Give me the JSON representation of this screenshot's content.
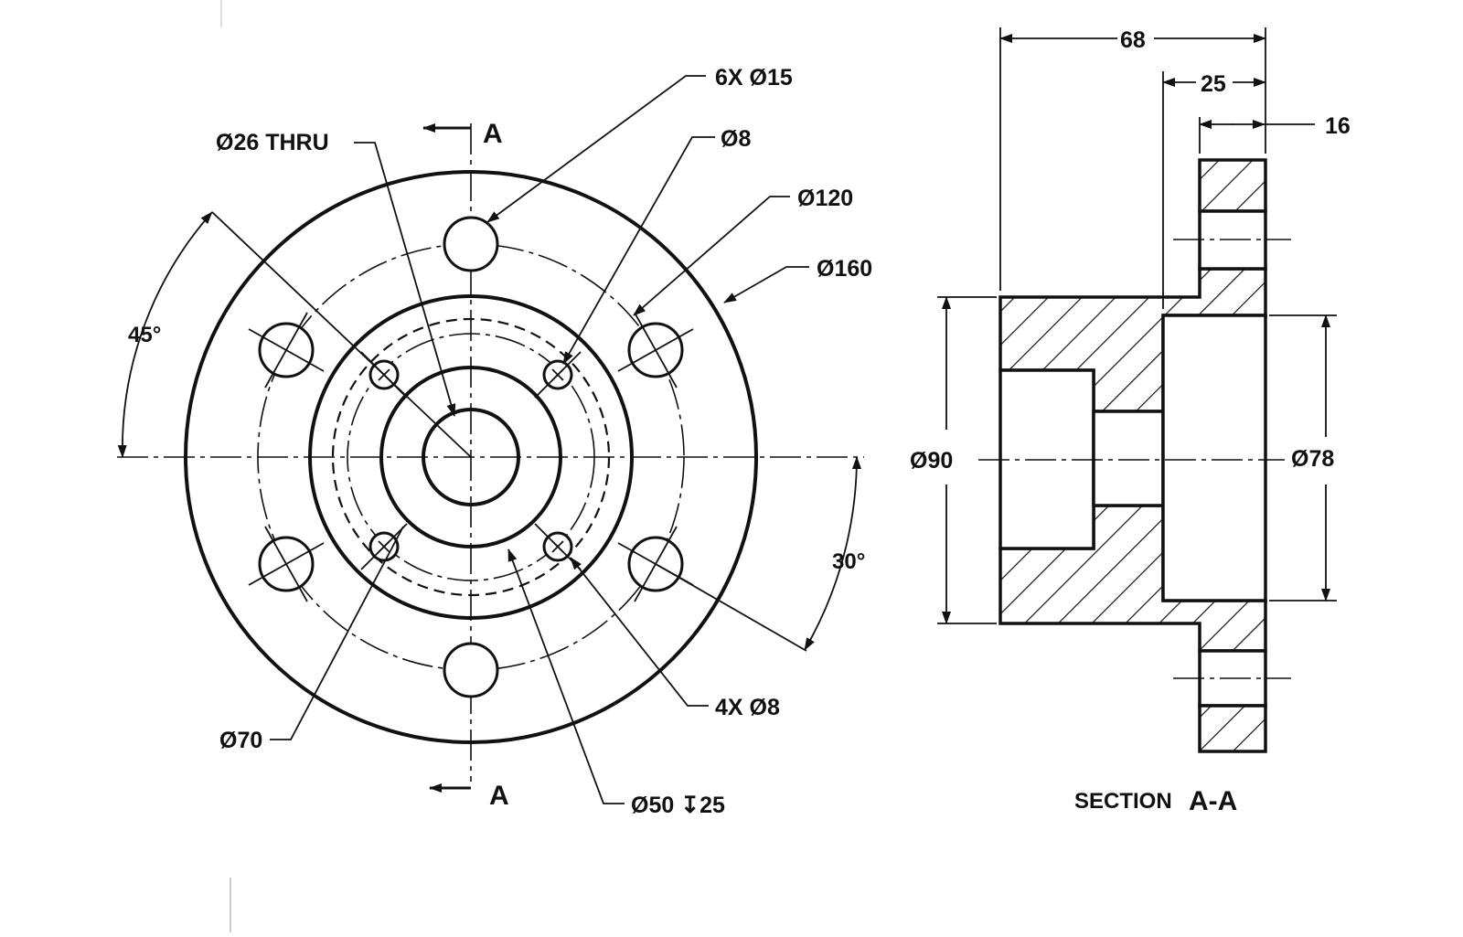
{
  "callouts": {
    "bolt_holes": "6X  Ø15",
    "bore_thru": "Ø26  THRU",
    "small_hole": "Ø8",
    "pcd_120": "Ø120",
    "outer_160": "Ø160",
    "angle_45": "45°",
    "angle_30": "30°",
    "pcd_70": "Ø70",
    "four_holes": "4X  Ø8",
    "counterbore": "Ø50  ↧25"
  },
  "section_markers": {
    "top": "A",
    "bottom": "A"
  },
  "section_view": {
    "overall_length": "68",
    "hub_length": "25",
    "flange_thickness": "16",
    "dia_90": "Ø90",
    "dia_78": "Ø78",
    "caption_word": "SECTION",
    "caption_id": "A-A"
  }
}
